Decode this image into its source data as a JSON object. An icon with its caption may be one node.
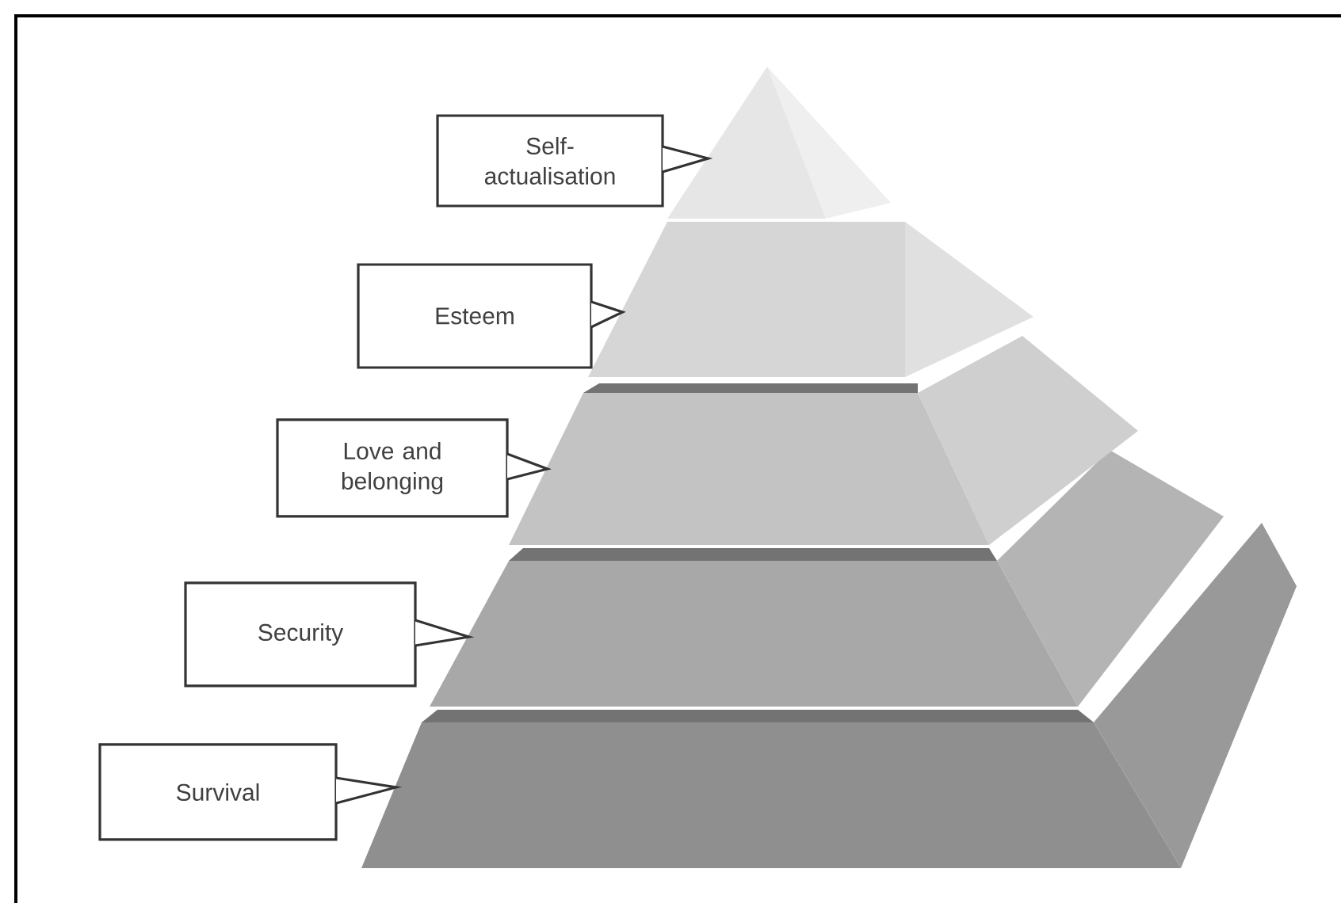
{
  "diagram": {
    "nodes": [
      {
        "text": [
          "Self-actualisation"
        ]
      },
      {
        "text": [
          "Esteem"
        ]
      },
      {
        "text": [
          "Love and belonging"
        ]
      },
      {
        "text": [
          "Security"
        ]
      },
      {
        "text": [
          "Survival"
        ]
      },
      {
        "text": [],
        "shape": "triangle"
      },
      {
        "text": [],
        "shape": "trapezium"
      },
      {
        "text": [],
        "shape": "trapezium"
      },
      {
        "text": [],
        "shape": "trapezium"
      },
      {
        "text": [],
        "shape": "trapezium"
      }
    ],
    "edges": [
      {
        "from": 0,
        "to": 5,
        "arrow": "to"
      },
      {
        "from": 1,
        "to": 6,
        "arrow": "to"
      },
      {
        "from": 2,
        "to": 7,
        "arrow": "to"
      },
      {
        "from": 3,
        "to": 8,
        "arrow": "to"
      },
      {
        "from": 4,
        "to": 9,
        "arrow": "to"
      }
    ]
  }
}
